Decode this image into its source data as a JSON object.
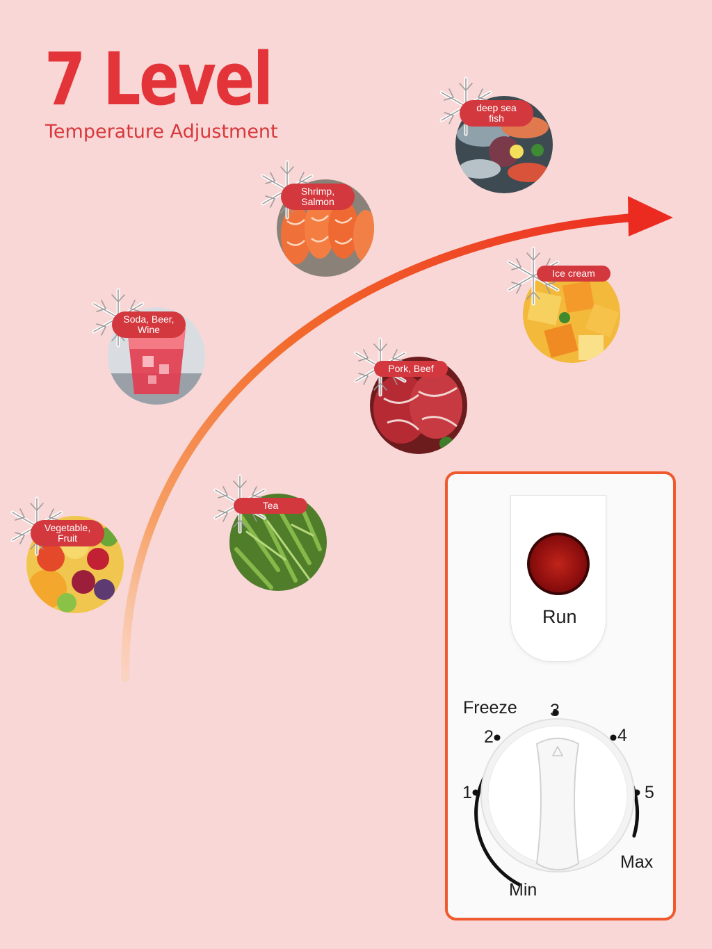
{
  "headline": {
    "title": "7 Level",
    "subtitle": "Temperature Adjustment"
  },
  "colors": {
    "background": "#f8d7d6",
    "accent_red": "#e3343a",
    "tag_red": "#d3383e",
    "panel_border": "#ee5a2d"
  },
  "foods": [
    {
      "label": "Vegetable,\nFruit",
      "icon": "fruit-photo"
    },
    {
      "label": "Tea",
      "icon": "tea-leaves-photo"
    },
    {
      "label": "Soda, Beer,\nWine",
      "icon": "drink-photo"
    },
    {
      "label": "Pork, Beef",
      "icon": "meat-photo"
    },
    {
      "label": "Shrimp,\nSalmon",
      "icon": "salmon-photo"
    },
    {
      "label": "Ice cream",
      "icon": "ice-cream-photo"
    },
    {
      "label": "deep sea\nfish",
      "icon": "seafood-photo"
    }
  ],
  "control_panel": {
    "indicator_label": "Run",
    "dial": {
      "freeze_label": "Freeze",
      "min_label": "Min",
      "max_label": "Max",
      "levels": [
        "1",
        "2",
        "3",
        "4",
        "5"
      ]
    }
  }
}
